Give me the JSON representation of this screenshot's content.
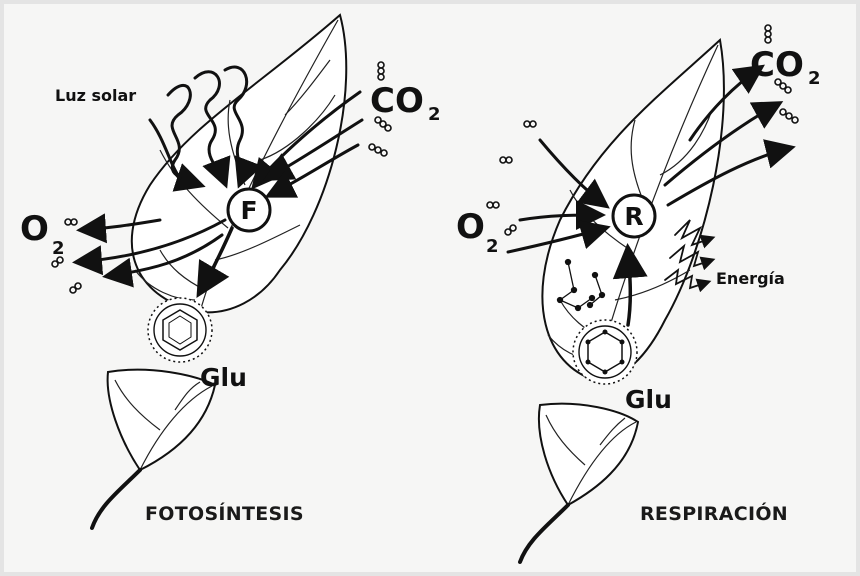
{
  "left_panel": {
    "title": "FOTOSÍNTESIS",
    "light_label": "Luz solar",
    "co2_main": "CO",
    "co2_sub": "2",
    "o2_main": "O",
    "o2_sub": "2",
    "process_letter": "F",
    "glucose_label": "Glu"
  },
  "right_panel": {
    "title": "RESPIRACIÓN",
    "co2_main": "CO",
    "co2_sub": "2",
    "o2_main": "O",
    "o2_sub": "2",
    "process_letter": "R",
    "glucose_label": "Glu",
    "energy_label": "Energía"
  },
  "colors": {
    "background": "#f6f6f5",
    "ink": "#111111",
    "leaf_fill": "#ffffff"
  }
}
